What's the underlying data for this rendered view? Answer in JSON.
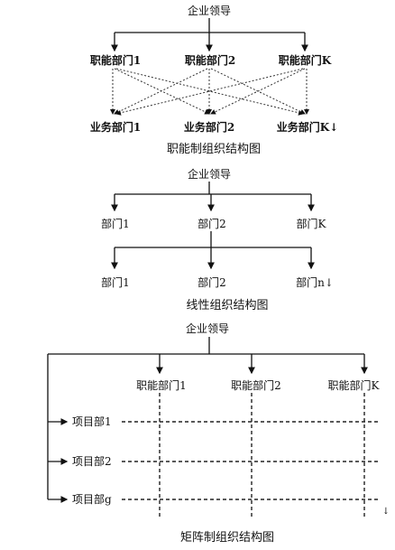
{
  "functional": {
    "top": "企业领导",
    "departments": [
      "职能部门1",
      "职能部门2",
      "职能部门K"
    ],
    "business_units": [
      "业务部门1",
      "业务部门2",
      "业务部门K↓"
    ],
    "caption": "职能制组织结构图"
  },
  "linear": {
    "top": "企业领导",
    "departments": [
      "部门1",
      "部门2",
      "部门K"
    ],
    "sub_departments": [
      "部门1",
      "部门2",
      "部门n↓"
    ],
    "caption": "线性组织结构图"
  },
  "matrix": {
    "top": "企业领导",
    "departments": [
      "职能部门1",
      "职能部门2",
      "职能部门K"
    ],
    "projects": [
      "项目部1",
      "项目部2",
      "项目部g"
    ],
    "caption": "矩阵制组织结构图",
    "corner_mark": "↓"
  }
}
